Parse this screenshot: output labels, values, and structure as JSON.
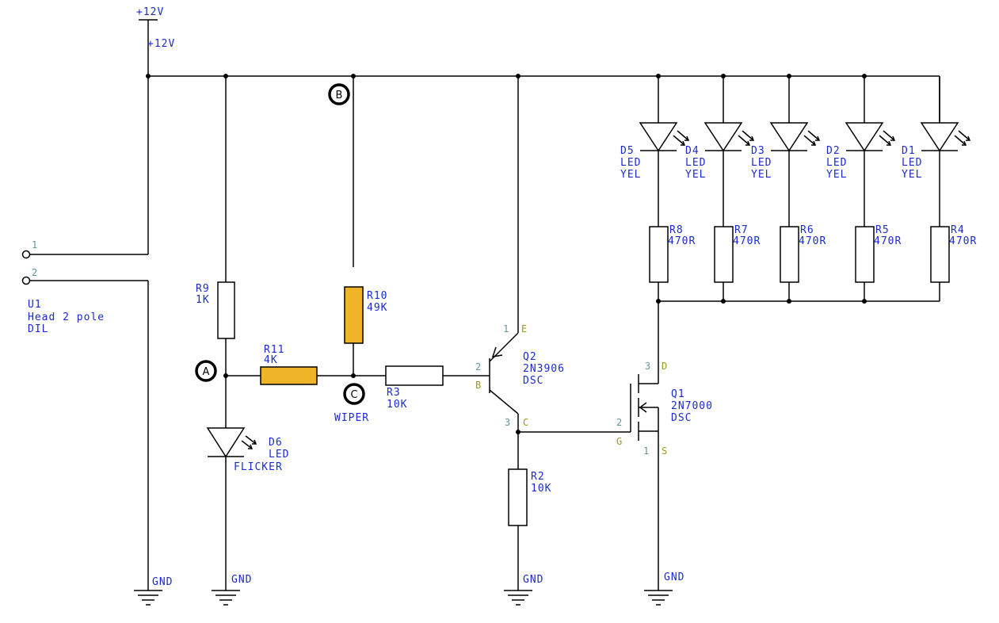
{
  "power": {
    "label_top": "+12V",
    "label_net": "+12V"
  },
  "header": {
    "pin1": "1",
    "pin2": "2",
    "ref": "U1",
    "value": "Head 2 pole",
    "footprint": "DIL"
  },
  "r9": {
    "ref": "R9",
    "value": "1K"
  },
  "r10": {
    "ref": "R10",
    "value": "49K"
  },
  "r11": {
    "ref": "R11",
    "value": "4K"
  },
  "r3": {
    "ref": "R3",
    "value": "10K"
  },
  "r2": {
    "ref": "R2",
    "value": "10K"
  },
  "d6": {
    "ref": "D6",
    "value": "LED",
    "extra": "FLICKER"
  },
  "wiper": "WIPER",
  "testpoints": {
    "a": "A",
    "b": "B",
    "c": "C"
  },
  "q2": {
    "ref": "Q2",
    "value": "2N3906",
    "lib": "DSC",
    "pin_e_num": "1",
    "pin_e": "E",
    "pin_b_num": "2",
    "pin_b": "B",
    "pin_c_num": "3",
    "pin_c": "C"
  },
  "q1": {
    "ref": "Q1",
    "value": "2N7000",
    "lib": "DSC",
    "pin_d_num": "3",
    "pin_d": "D",
    "pin_g_num": "2",
    "pin_g": "G",
    "pin_s_num": "1",
    "pin_s": "S"
  },
  "leds": [
    {
      "ref": "D5",
      "value": "LED",
      "color": "YEL"
    },
    {
      "ref": "D4",
      "value": "LED",
      "color": "YEL"
    },
    {
      "ref": "D3",
      "value": "LED",
      "color": "YEL"
    },
    {
      "ref": "D2",
      "value": "LED",
      "color": "YEL"
    },
    {
      "ref": "D1",
      "value": "LED",
      "color": "YEL"
    }
  ],
  "led_resistors": [
    {
      "ref": "R8",
      "value": "470R"
    },
    {
      "ref": "R7",
      "value": "470R"
    },
    {
      "ref": "R6",
      "value": "470R"
    },
    {
      "ref": "R5",
      "value": "470R"
    },
    {
      "ref": "R4",
      "value": "470R"
    }
  ],
  "gnd": {
    "g1": "GND",
    "g2": "GND",
    "g3": "GND",
    "g4": "GND"
  },
  "colors": {
    "wire": "#000000",
    "label": "#1a2bd0",
    "pin_number": "#5a9a9a",
    "pin_name": "#9a9a1a",
    "highlight": "#f0b428"
  }
}
